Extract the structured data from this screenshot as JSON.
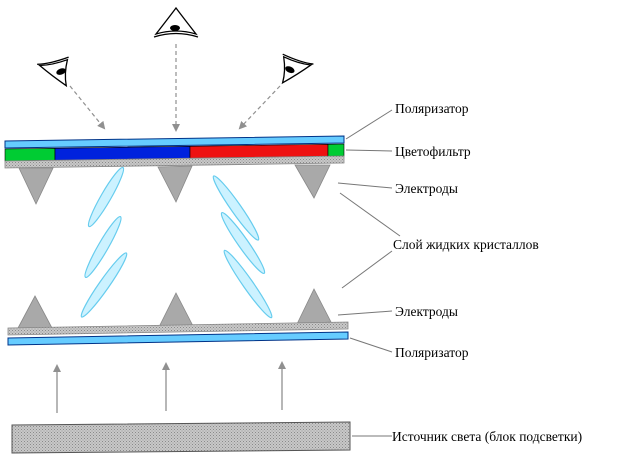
{
  "labels": {
    "polarizer_top": "Поляризатор",
    "color_filter": "Цветофильтр",
    "electrodes_top": "Электроды",
    "liquid_crystal_layer": "Слой жидких кристаллов",
    "electrodes_bottom": "Электроды",
    "polarizer_bottom": "Поляризатор",
    "light_source": "Источник света (блок подсветки)"
  },
  "colors": {
    "polarizer": "#66ccff",
    "filter_green": "#00cc33",
    "filter_blue": "#0022dd",
    "filter_red": "#ee1111",
    "electrode_gray": "#a9a9a9",
    "crystal_cyan": "#ccf2ff",
    "crystal_edge": "#66ccee",
    "arrow_gray": "#909090"
  },
  "icons": [
    "eye-icon",
    "eye-icon",
    "eye-icon"
  ]
}
